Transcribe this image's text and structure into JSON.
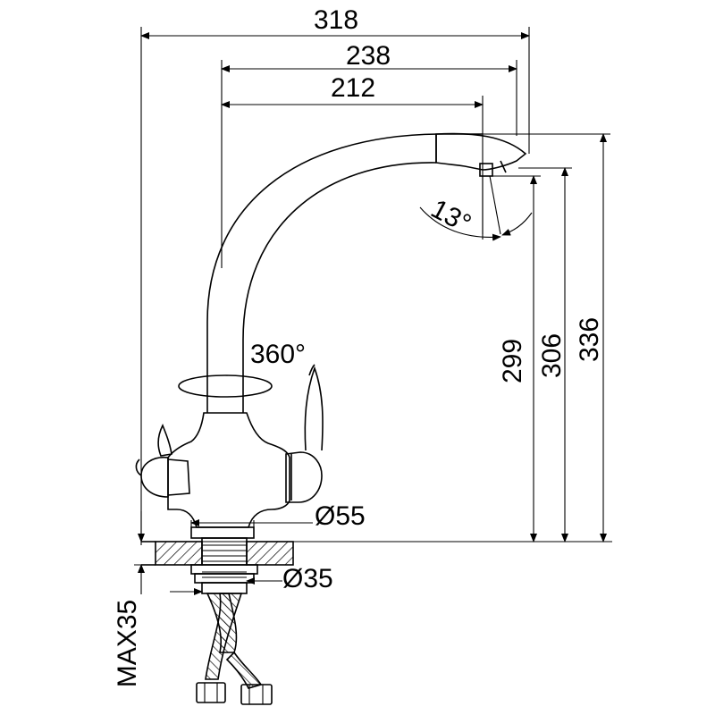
{
  "dimensions": {
    "overall_reach": "318",
    "spout_reach": "238",
    "outlet_reach": "212",
    "outlet_height": "299",
    "spout_tip_height": "306",
    "total_height": "336",
    "base_diameter": "Ø55",
    "shank_diameter": "Ø35",
    "max_mounting_thickness": "MAX35",
    "rotation": "360°",
    "outlet_angle": "13°"
  }
}
